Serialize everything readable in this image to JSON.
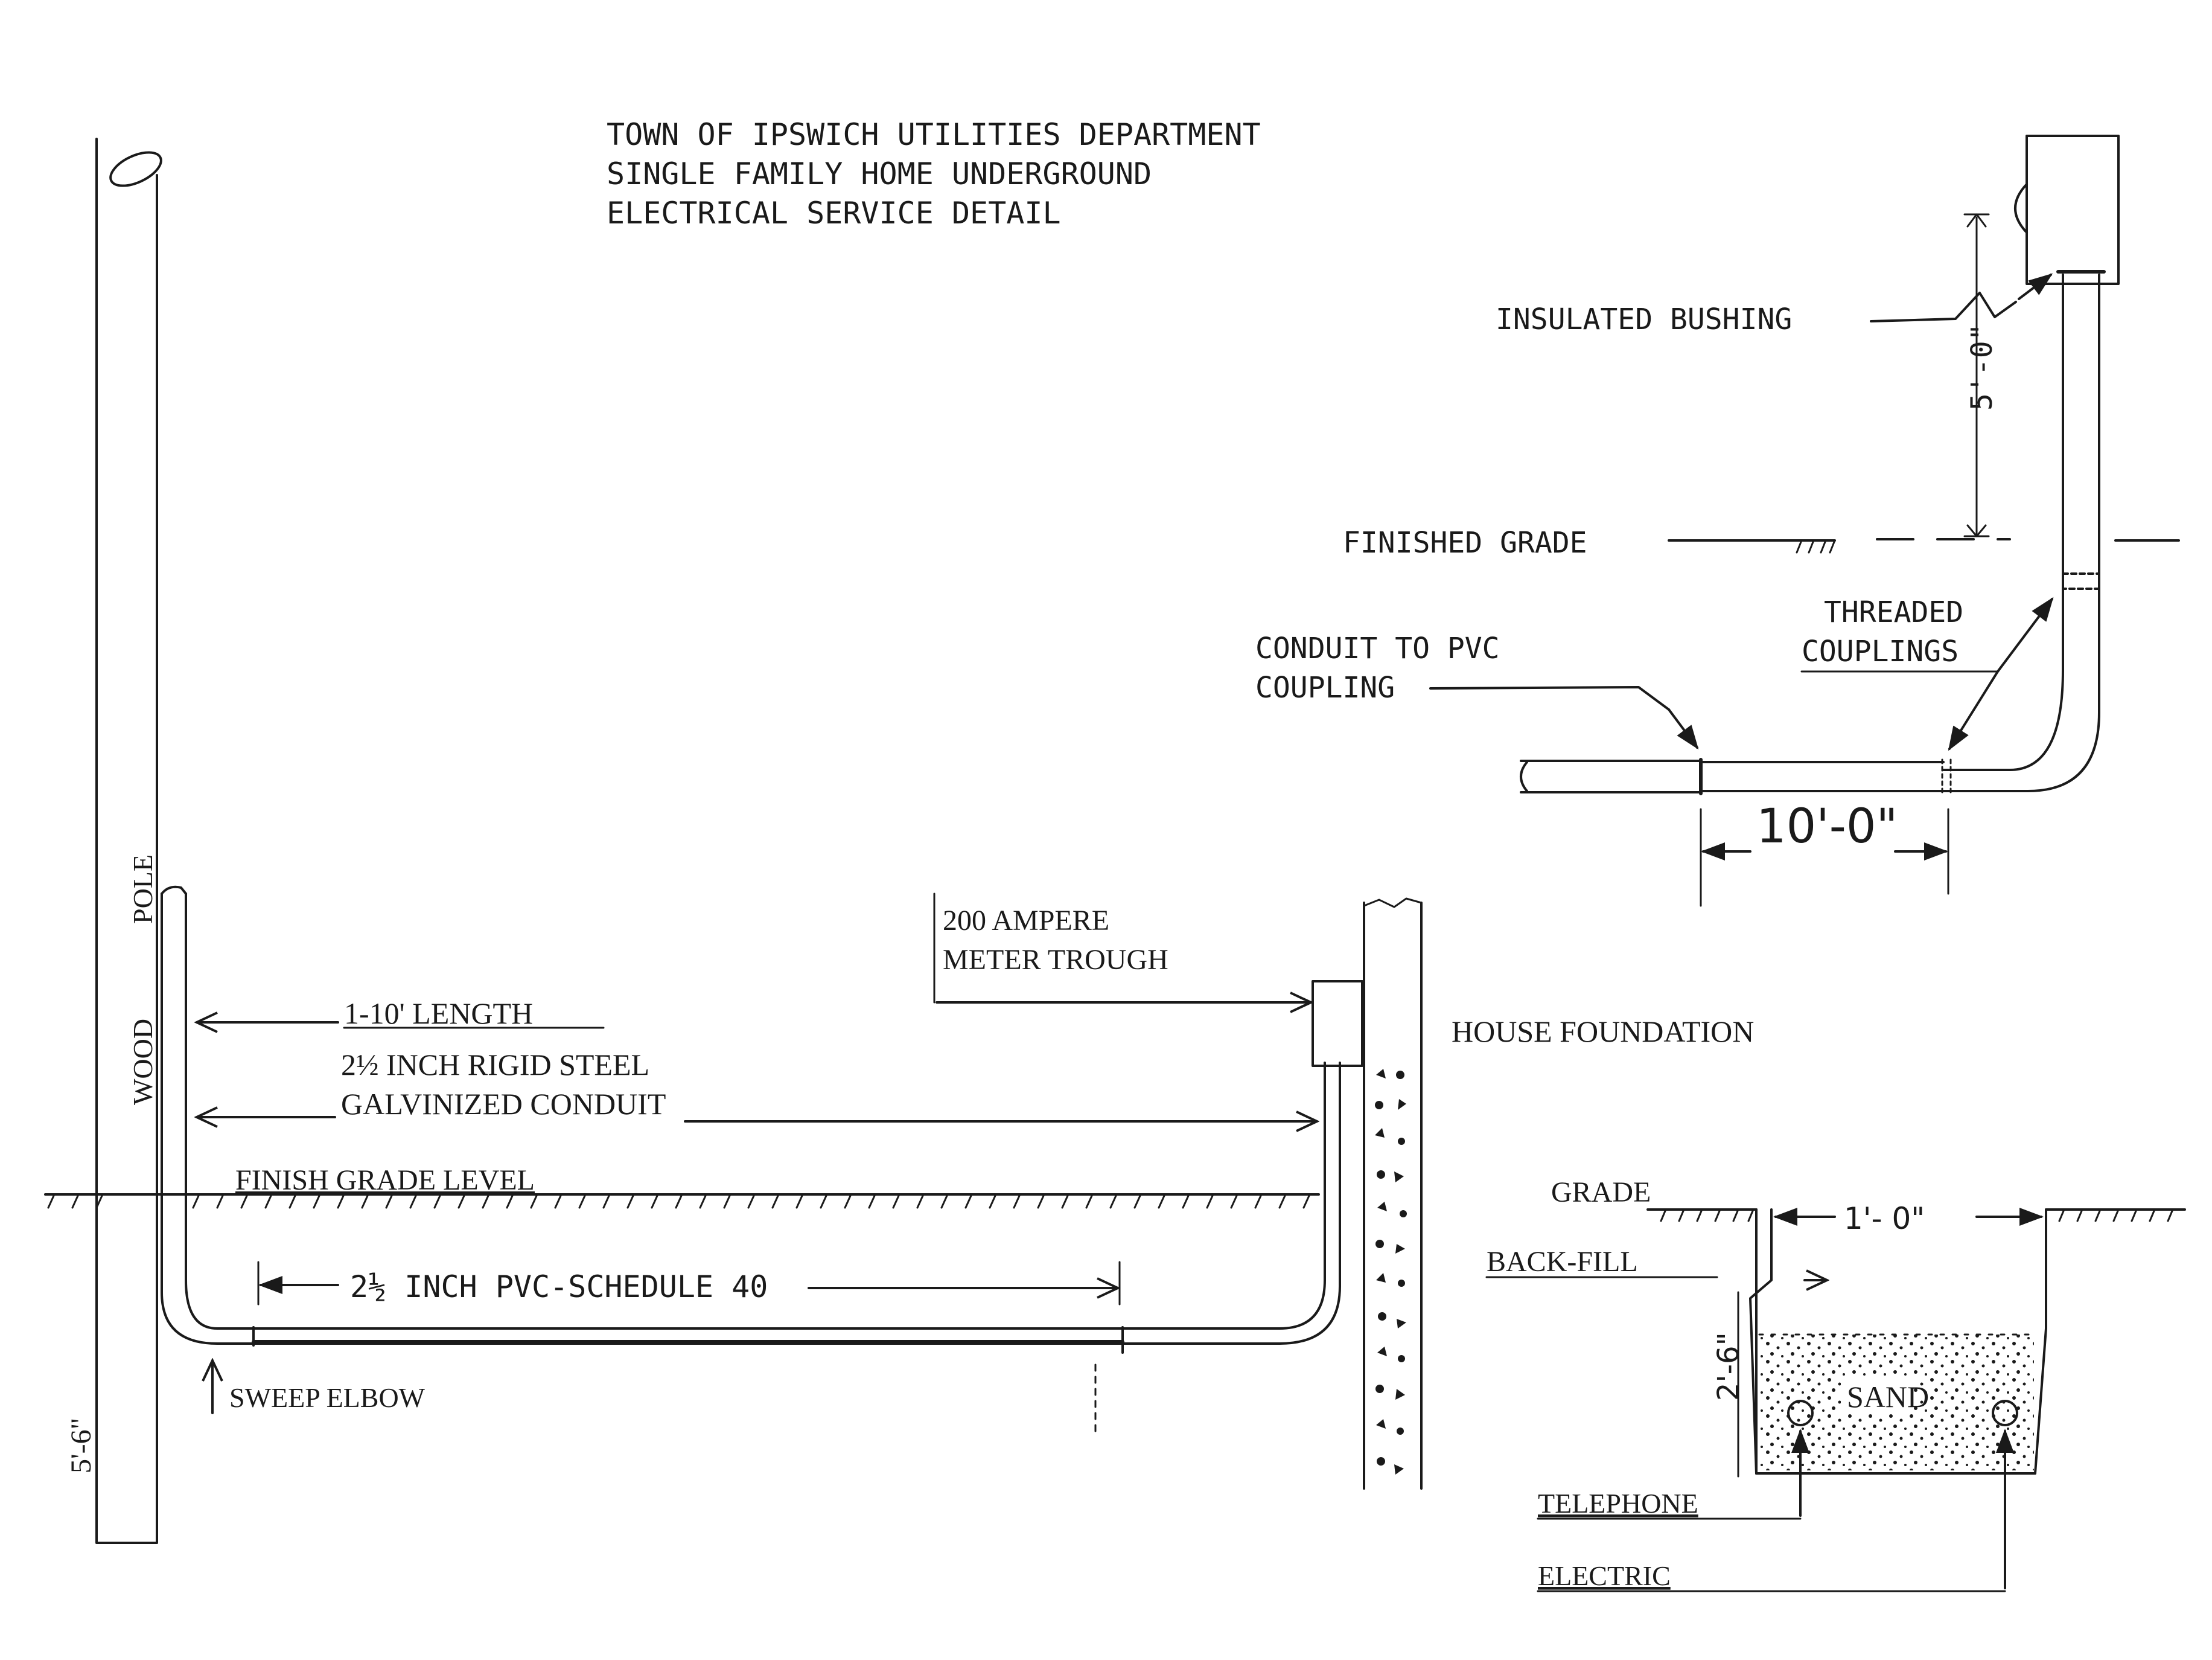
{
  "title": {
    "line1": "TOWN OF IPSWICH UTILITIES DEPARTMENT",
    "line2": "SINGLE FAMILY HOME UNDERGROUND",
    "line3": "ELECTRICAL SERVICE DETAIL"
  },
  "pole_detail": {
    "pole_label_1": "POLE",
    "pole_label_2": "WOOD",
    "depth_label": "5'-6\"",
    "length_label": "1-10' LENGTH",
    "rigid_label_1": "2½ INCH RIGID STEEL",
    "rigid_label_2": "GALVINIZED CONDUIT",
    "grade_label": "FINISH GRADE LEVEL",
    "pvc_label": "2½ INCH PVC-SCHEDULE 40",
    "elbow_label": "SWEEP ELBOW",
    "meter_label_1": "200 AMPERE",
    "meter_label_2": "METER TROUGH",
    "foundation_label": "HOUSE FOUNDATION"
  },
  "riser_detail": {
    "bushing_label": "INSULATED BUSHING",
    "height_label": "5'-0\"",
    "grade_label": "FINISHED GRADE",
    "threaded_label_1": "THREADED",
    "threaded_label_2": "COUPLINGS",
    "conduit_label_1": "CONDUIT TO PVC",
    "conduit_label_2": "COUPLING",
    "length_label": "10'-0\""
  },
  "trench_detail": {
    "grade_label": "GRADE",
    "width_label": "1'- 0\"",
    "backfill_label": "BACK-FILL",
    "depth_label": "2'-6\"",
    "sand_label": "SAND",
    "telephone_label": "TELEPHONE",
    "electric_label": "ELECTRIC"
  }
}
